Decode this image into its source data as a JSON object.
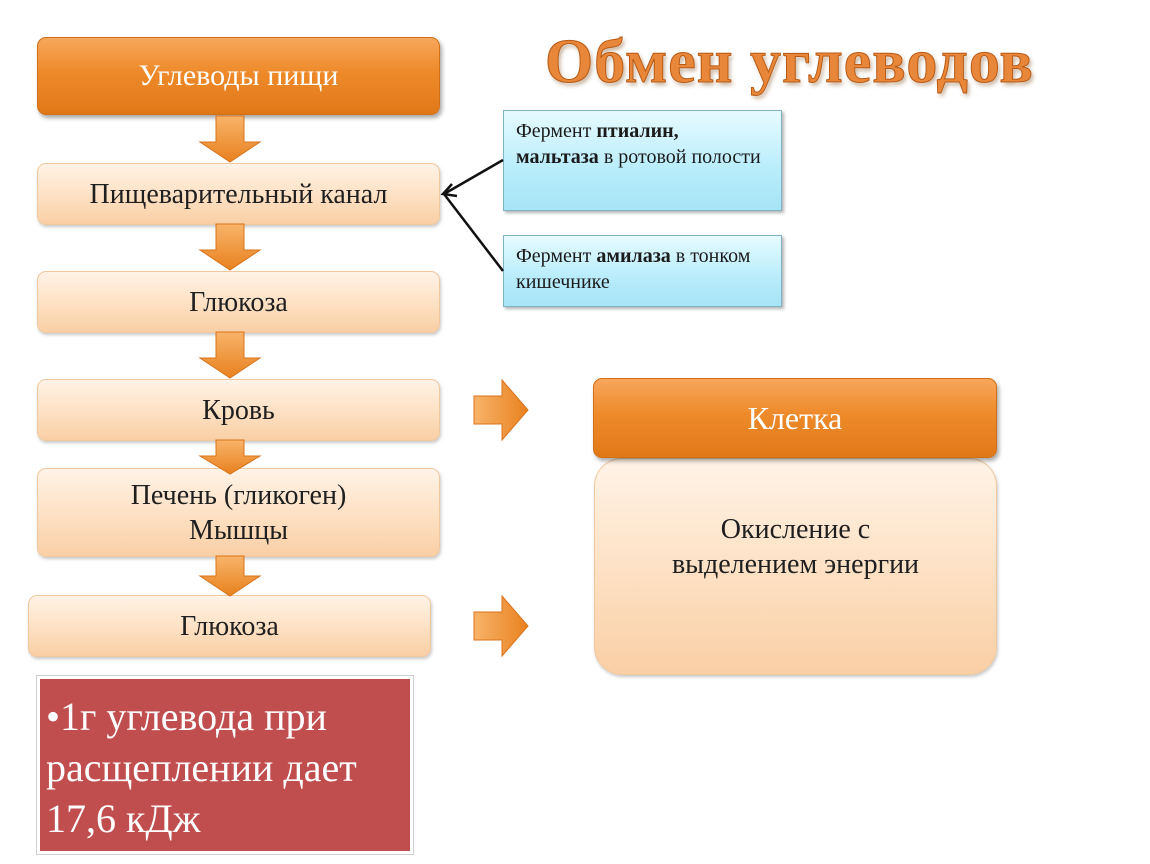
{
  "title": "Обмен углеводов",
  "flow": {
    "food_carbs": "Углеводы пищи",
    "digestive": "Пищеварительный канал",
    "glucose1": "Глюкоза",
    "blood": "Кровь",
    "liver_line1": "Печень (гликоген)",
    "liver_line2": "Мышцы",
    "glucose2": "Глюкоза"
  },
  "enzymes": {
    "box1": {
      "t1": "Фермент ",
      "b1": "птиалин,",
      "b2": "мальтаза",
      "t2": " в ротовой полости"
    },
    "box2": {
      "t1": "Фермент ",
      "b1": "амилаза",
      "t2": " в тонком кишечнике"
    }
  },
  "cell": {
    "header": "Клетка",
    "body": "Окисление с выделением энергии"
  },
  "note": "•1г углевода при расщеплении дает 17,6 кДж",
  "colors": {
    "accent_orange": "#ee8a2a",
    "light_peach": "#fde0c2",
    "cyan": "#b8ecfb",
    "note_red": "#c14e4e"
  }
}
